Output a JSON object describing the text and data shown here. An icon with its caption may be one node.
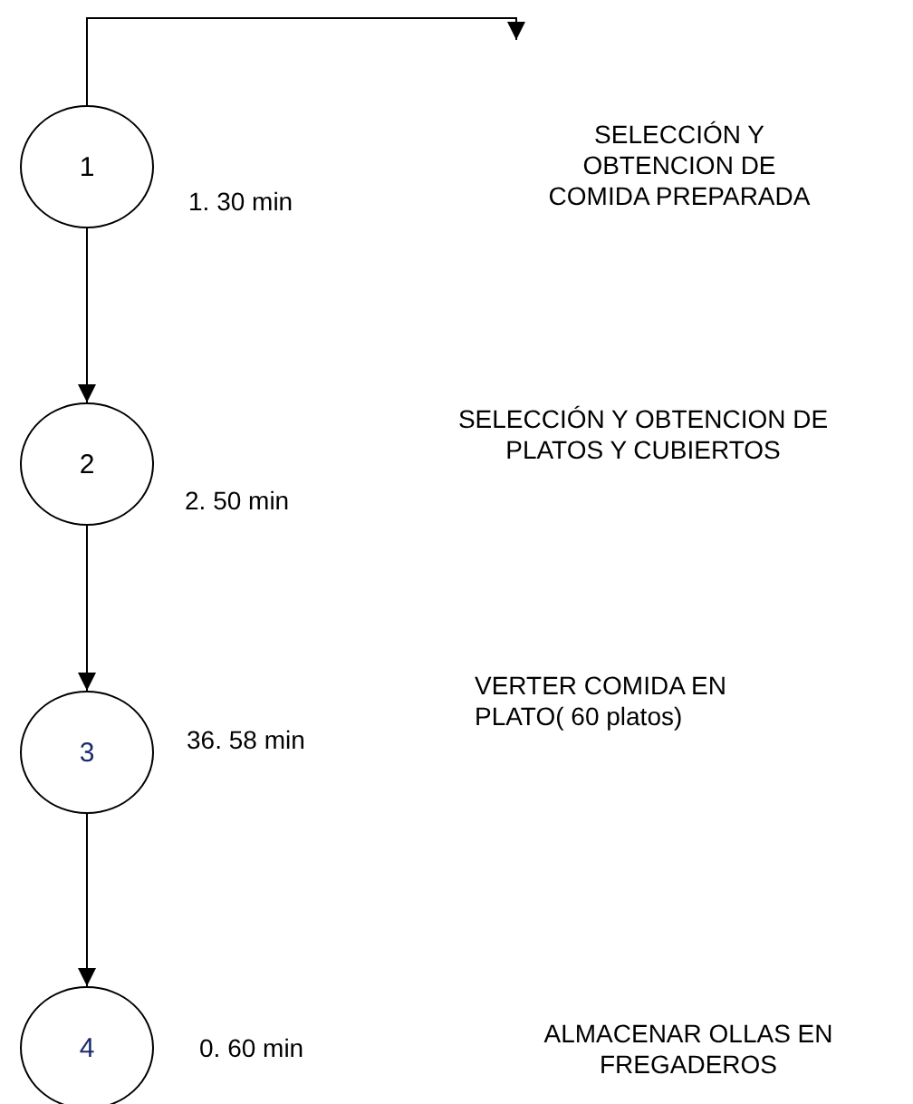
{
  "diagram": {
    "nodes": [
      {
        "text": [
          "1"
        ],
        "beside": [
          "1. 30 min"
        ]
      },
      {
        "text": [
          "2"
        ],
        "beside": [
          "2. 50 min"
        ]
      },
      {
        "text": [
          "3"
        ],
        "beside": [
          "36. 58 min"
        ]
      },
      {
        "text": [
          "4"
        ],
        "beside": [
          "0. 60 min"
        ]
      }
    ],
    "edges": [
      {
        "from": 0,
        "to": null,
        "arrow": "to"
      },
      {
        "from": 0,
        "to": 1,
        "arrow": "to"
      },
      {
        "from": 1,
        "to": 2,
        "arrow": "to"
      },
      {
        "from": 2,
        "to": 3,
        "arrow": "to"
      }
    ],
    "labels": [
      "SELECCIÓN Y OBTENCION DE COMIDA PREPARADA",
      "SELECCIÓN Y OBTENCION DE PLATOS Y CUBIERTOS",
      "VERTER COMIDA EN PLATO( 60 platos)",
      "ALMACENAR OLLAS EN FREGADEROS"
    ]
  }
}
